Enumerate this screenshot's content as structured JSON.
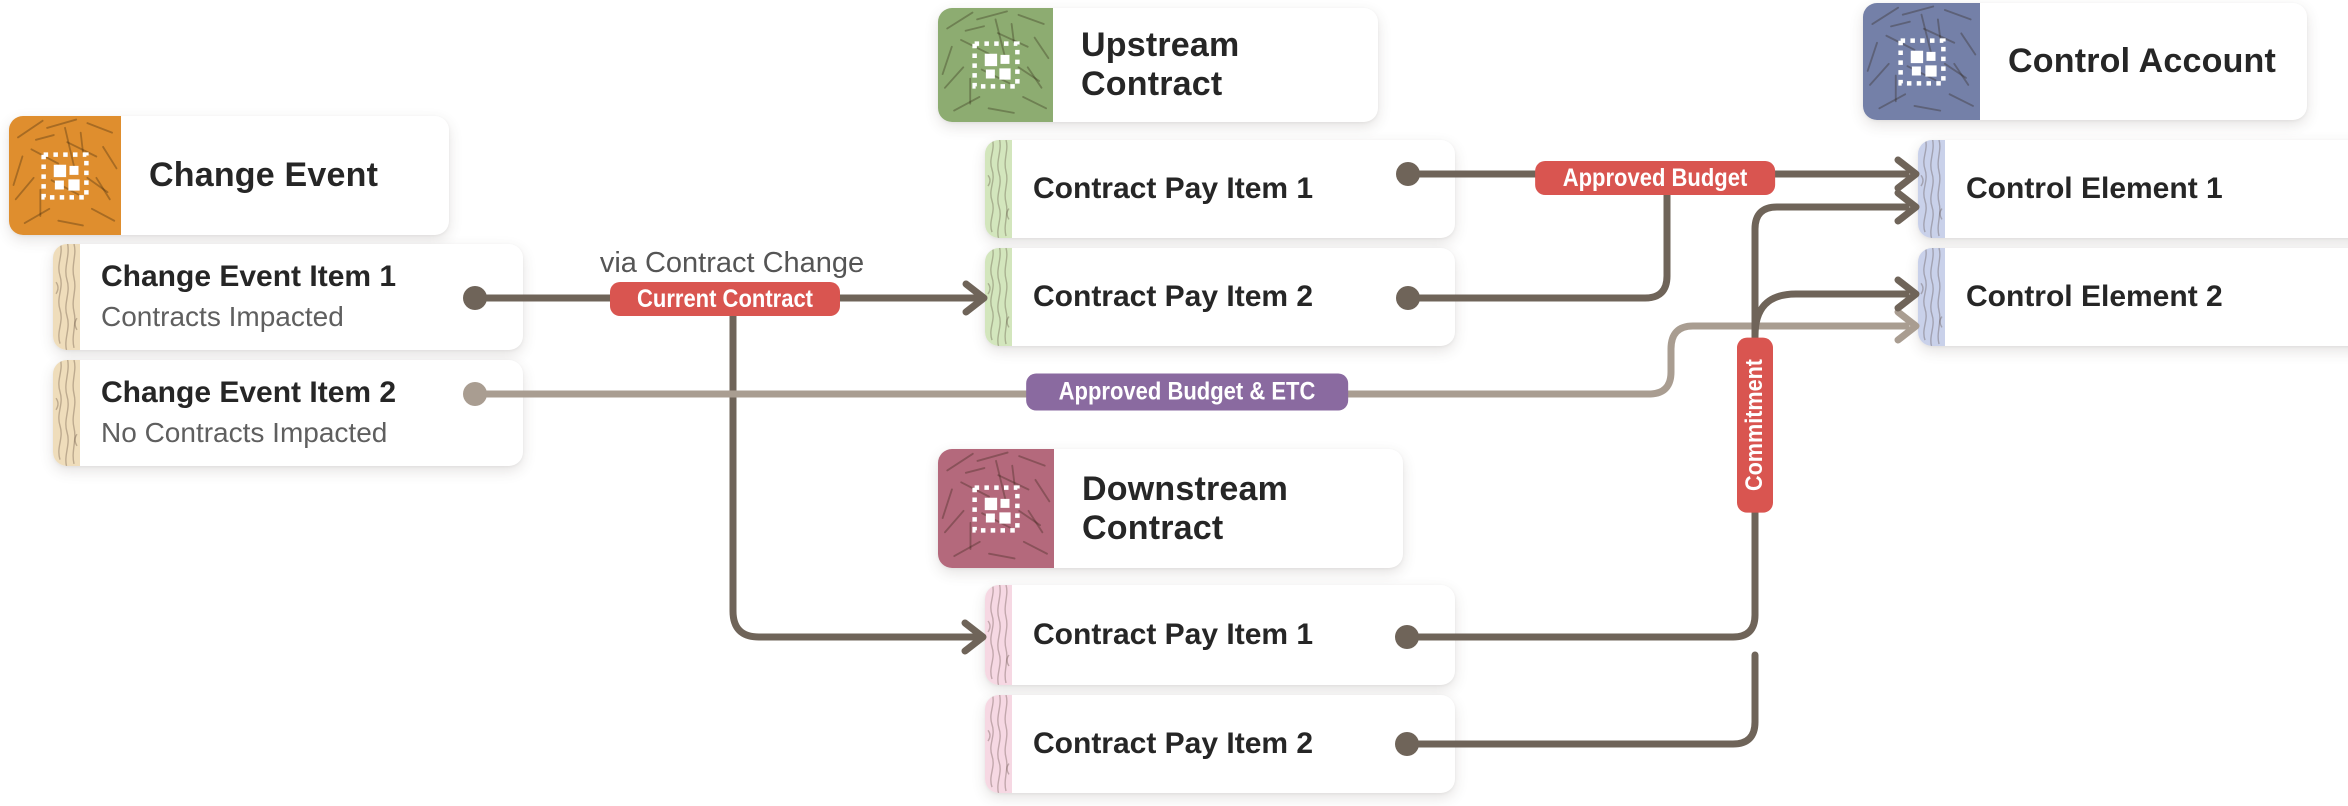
{
  "nodes": {
    "change_event": {
      "title": "Change Event",
      "items": [
        {
          "title": "Change Event Item 1",
          "subtitle": "Contracts Impacted"
        },
        {
          "title": "Change Event Item 2",
          "subtitle": "No Contracts Impacted"
        }
      ]
    },
    "upstream_contract": {
      "title": "Upstream Contract",
      "items": [
        {
          "title": "Contract Pay Item 1"
        },
        {
          "title": "Contract Pay Item 2"
        }
      ]
    },
    "downstream_contract": {
      "title": "Downstream Contract",
      "items": [
        {
          "title": "Contract Pay Item 1"
        },
        {
          "title": "Contract Pay Item 2"
        }
      ]
    },
    "control_account": {
      "title": "Control Account",
      "items": [
        {
          "title": "Control Element 1"
        },
        {
          "title": "Control Element 2"
        }
      ]
    }
  },
  "edge_labels": {
    "via_contract_change": "via Contract Change",
    "current_contract": "Current Contract",
    "approved_budget": "Approved Budget",
    "approved_budget_etc": "Approved Budget & ETC",
    "commitment": "Commitment"
  },
  "connections": [
    {
      "from": "Change Event Item 1",
      "to": "Upstream Contract / Contract Pay Item 2",
      "label": "Current Contract",
      "note": "via Contract Change",
      "style": "dark"
    },
    {
      "from": "Current Contract badge branch",
      "to": "Downstream Contract / Contract Pay Item 1",
      "label": "",
      "style": "dark"
    },
    {
      "from": "Change Event Item 2",
      "to": "Control Element 2",
      "label": "Approved Budget & ETC",
      "style": "light"
    },
    {
      "from": "Upstream Contract / Contract Pay Item 1",
      "to": "Control Element 1",
      "label": "Approved Budget",
      "style": "dark"
    },
    {
      "from": "Upstream Contract / Contract Pay Item 2",
      "to": "Approved Budget line (merge)",
      "label": "",
      "style": "dark"
    },
    {
      "from": "Downstream Contract / Contract Pay Item 1",
      "to": "Control Element 1",
      "label": "Commitment",
      "style": "dark"
    },
    {
      "from": "Downstream Contract / Contract Pay Item 2",
      "to": "Commitment line (merge)",
      "label": "",
      "style": "dark"
    },
    {
      "from": "Commitment line branch",
      "to": "Control Element 2",
      "label": "",
      "style": "dark"
    }
  ],
  "colors": {
    "change_event_icon": "#df8e2e",
    "change_event_strip": "#efddbb",
    "upstream_icon": "#8dac71",
    "upstream_strip": "#d3e6bd",
    "downstream_icon": "#b4697c",
    "downstream_strip": "#f6d8e3",
    "control_icon": "#7480a8",
    "control_strip": "#c9d1ea",
    "badge_red": "#d95550",
    "badge_purple": "#8a6aa0",
    "line_dark": "#6f6459",
    "line_light": "#a99d91",
    "title_text": "#262626",
    "subtitle_text": "#5f5f5f",
    "label_text": "#555555"
  }
}
